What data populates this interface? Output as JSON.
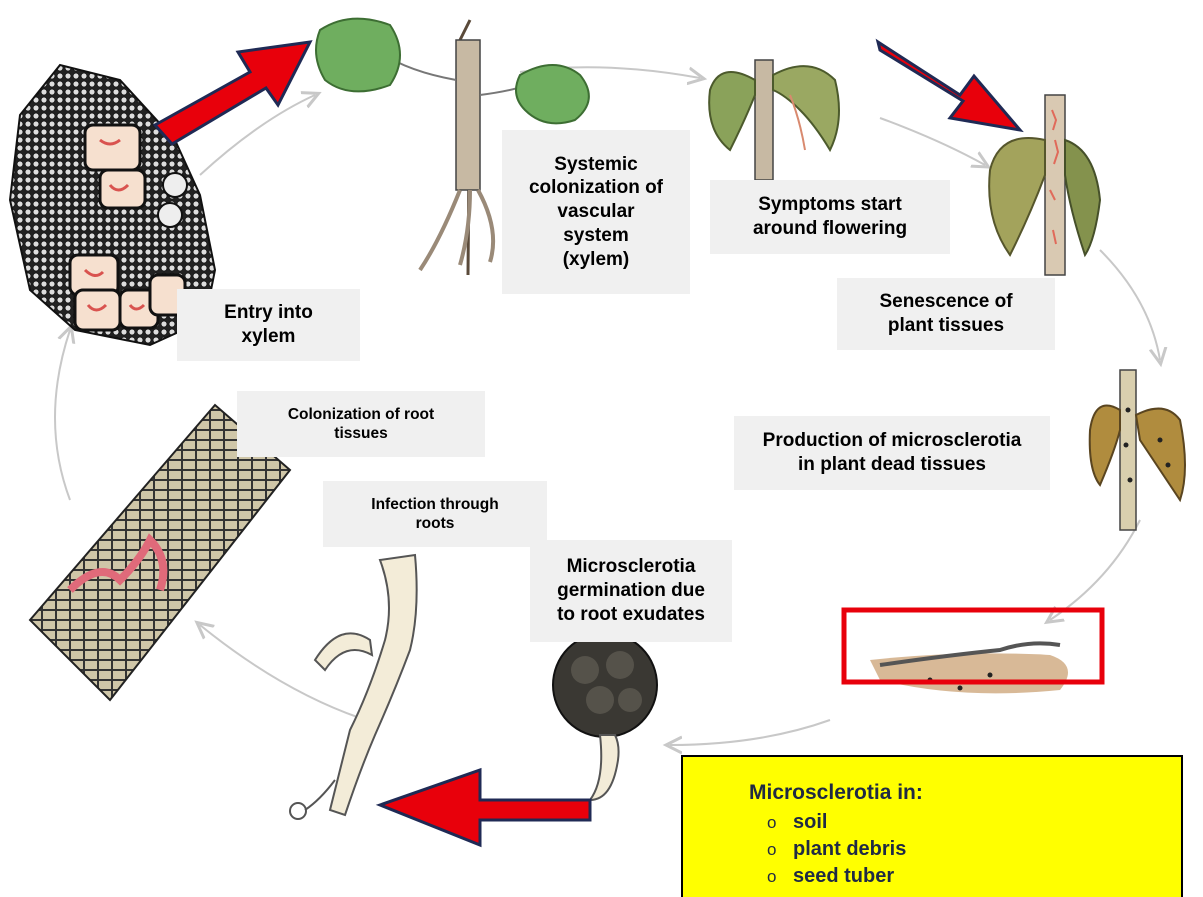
{
  "labels": {
    "systemic": [
      "Systemic",
      "colonization of",
      "vascular",
      "system",
      "(xylem)"
    ],
    "symptoms": [
      "Symptoms start",
      "around flowering"
    ],
    "senescence": [
      "Senescence of",
      "plant tissues"
    ],
    "entry": [
      "Entry into",
      "xylem"
    ],
    "production": [
      "Production of microsclerotia",
      "in plant dead tissues"
    ],
    "colonization_root": [
      "Colonization of root",
      "tissues"
    ],
    "infection": [
      "Infection through",
      "roots"
    ],
    "germination": [
      "Microsclerotia",
      "germination due",
      "to root exudates"
    ]
  },
  "infobox": {
    "title": "Microsclerotia in:",
    "items": [
      "soil",
      "plant debris",
      "seed tuber"
    ],
    "bullet": "o"
  },
  "colors": {
    "arrow": "#e8000b",
    "arrow_outline": "#1f2a55",
    "cycle_arrow": "#c8c8c8",
    "highlight_box": "#e8000b",
    "infobox_bg": "#ffff00"
  }
}
